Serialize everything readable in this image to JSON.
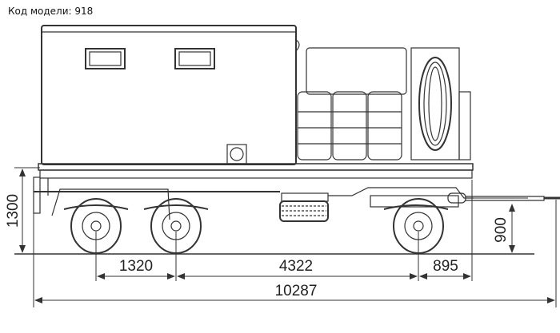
{
  "model_code": "Код модели: 918",
  "dimensions": {
    "overall_height": "1300",
    "drawbar_height": "900",
    "axle_spacing": "1320",
    "wheelbase": "4322",
    "rear_overhang": "895",
    "overall_length": "10287"
  }
}
